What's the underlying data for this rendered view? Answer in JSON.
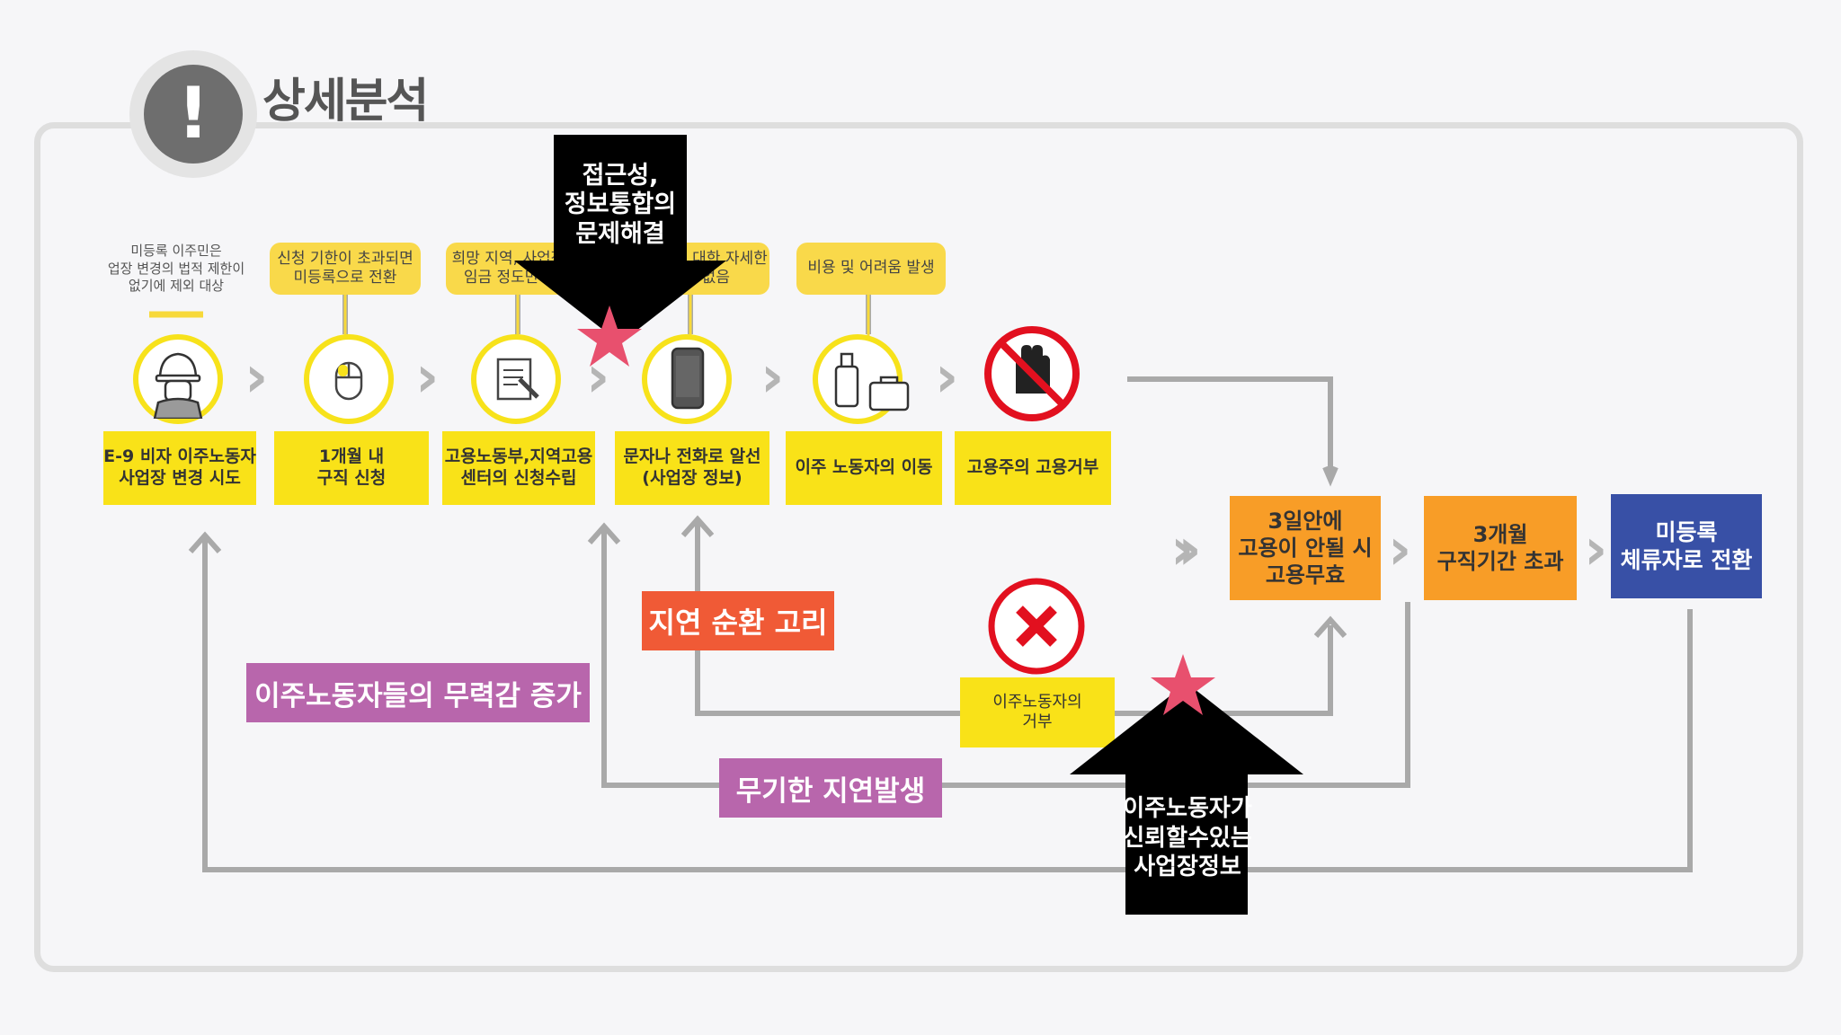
{
  "header": {
    "title": "상세분석",
    "badge_glyph": "!"
  },
  "notes": {
    "note1": "미등록 이주민은\n업장 변경의 법적 제한이\n없기에 제외 대상",
    "note2": "신청 기한이 초과되면\n미등록으로 전환",
    "note3": "희망 지역, 사업장 및\n임금 정도만 기입",
    "note4": "사업장에 대한 자세한\n정보 없음",
    "note5": "비용 및 어려움 발생"
  },
  "steps": {
    "s1": "E-9 비자 이주노동자\n사업장 변경 시도",
    "s2": "1개월 내\n구직 신청",
    "s3": "고용노동부,지역고용\n센터의 신청수립",
    "s4": "문자나 전화로 알선\n(사업장 정보)",
    "s5": "이주 노동자의 이동",
    "s6": "고용주의 고용거부"
  },
  "outcomes": {
    "o1": "3일안에\n고용이 안될 시\n고용무효",
    "o2": "3개월\n구직기간 초과",
    "o3": "미등록\n체류자로 전환"
  },
  "refusal": "이주노동자의\n거부",
  "labels": {
    "delay_loop": "지연 순환 고리",
    "helplessness": "이주노동자들의 무력감 증가",
    "indefinite_delay": "무기한 지연발생"
  },
  "callouts": {
    "top": "접근성,\n정보통합의\n문제해결",
    "bottom": "이주노동자가\n신뢰할수있는\n사업장정보"
  },
  "icons": [
    "worker-icon",
    "mouse-icon",
    "document-pen-icon",
    "smartphone-icon",
    "luggage-icon",
    "stop-hand-icon",
    "x-mark-icon",
    "star-icon"
  ],
  "colors": {
    "yellow": "#f9e218",
    "orange": "#f89d27",
    "blue": "#3850a6",
    "red": "#f05a36",
    "purple": "#b866ac",
    "star": "#e8506e"
  }
}
